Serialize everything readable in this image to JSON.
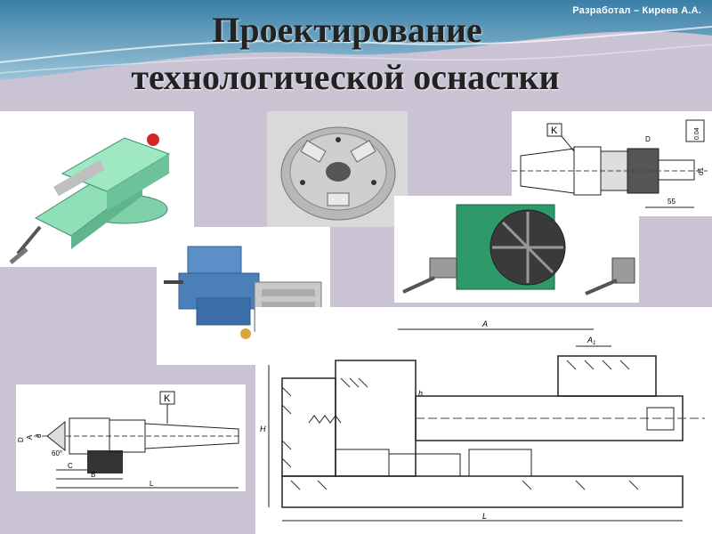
{
  "slide": {
    "author": "Разработал – Киреев А.А.",
    "title_line1": "Проектирование",
    "title_line2": "технологической оснастки"
  },
  "drawings": {
    "collet_chuck": {
      "label_k": "K",
      "dim_d": "D",
      "dim_tol": "0.04",
      "dim_d1": "d1",
      "dim_55": "55"
    },
    "center": {
      "label_k": "K",
      "dim_d": "D",
      "dim_a": "A",
      "dim_d_small": "d",
      "dim_angle": "60°",
      "dim_c": "C",
      "dim_b": "B",
      "dim_l": "L"
    },
    "vise": {
      "dim_a": "A",
      "dim_a1": "A",
      "dim_a1_sub": "1",
      "dim_h": "h",
      "dim_H": "H",
      "dim_l": "L"
    }
  },
  "colors": {
    "background": "#c9c3d4",
    "header_top": "#3a7fa8",
    "vise_green": "#7fd1a9",
    "vise_blue": "#5a8fc8",
    "table_green": "#2e9a6a"
  }
}
